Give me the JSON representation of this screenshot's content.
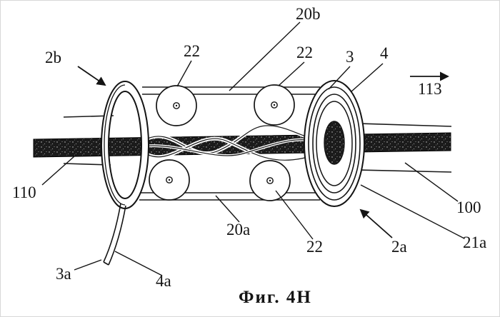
{
  "figure": {
    "caption": "Фиг. 4H",
    "labels": {
      "l2b": "2b",
      "l20b": "20b",
      "l22_top_left": "22",
      "l22_top_right": "22",
      "l3": "3",
      "l4": "4",
      "l113": "113",
      "l110": "110",
      "l100": "100",
      "l21a": "21a",
      "l2a": "2a",
      "l22_bottom_right": "22",
      "l20a": "20a",
      "l3a": "3a",
      "l4a": "4a"
    },
    "colors": {
      "ink": "#1a1a1a",
      "background": "#ffffff"
    }
  }
}
